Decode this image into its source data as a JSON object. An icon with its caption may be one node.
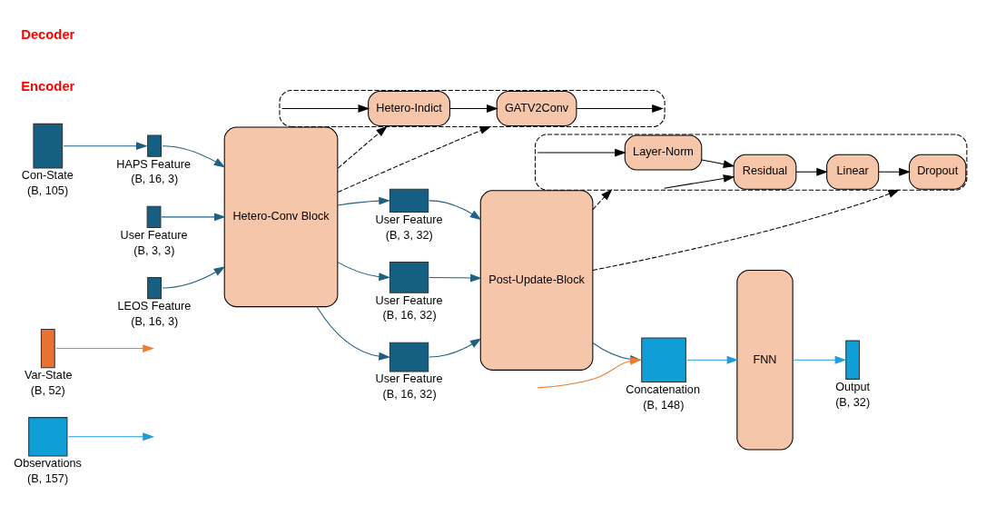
{
  "diagram": {
    "nodes": [
      {
        "text": [
          "Observations",
          "(B, 157)"
        ]
      },
      {
        "text": [
          "Var-State",
          "(B, 52)"
        ]
      },
      {
        "text": [
          "Con-State",
          "(B, 105)"
        ]
      },
      {
        "text": [
          "User Feature",
          "(B, 3, 3)"
        ]
      },
      {
        "text": [
          "HAPS Feature",
          "(B, 16, 3)"
        ]
      },
      {
        "text": [
          "LEOS Feature",
          "(B, 16, 3)"
        ]
      },
      {
        "text": [],
        "shape": "box"
      },
      {
        "text": [
          "Hetero-Indict"
        ],
        "in": 6
      },
      {
        "text": [
          "GATV2Conv"
        ],
        "in": 6
      },
      {
        "text": [
          "Hetero-Conv Block"
        ]
      },
      {
        "text": [
          "User Feature",
          "(B, 3, 32)"
        ]
      },
      {
        "text": [
          "User Feature",
          "(B, 16, 32)"
        ]
      },
      {
        "text": [
          "User Feature",
          "(B, 16, 32)"
        ]
      },
      {
        "text": [],
        "shape": "box"
      },
      {
        "text": [
          "Layer-Norm"
        ],
        "in": 13
      },
      {
        "text": [
          "Residual"
        ],
        "in": 13
      },
      {
        "text": [
          "Linear"
        ],
        "in": 13
      },
      {
        "text": [
          "Dropout"
        ],
        "in": 13
      },
      {
        "text": [
          "Post-Update-Block"
        ]
      },
      {
        "text": [
          "Concatenation",
          "(B, 148)"
        ]
      },
      {
        "text": [
          "FNN"
        ]
      },
      {
        "text": [
          "Output",
          "(B, 32)"
        ]
      }
    ],
    "edges": [
      {
        "from": 0,
        "to": null,
        "arrow": "to",
        "color": "#1f9bd7"
      },
      {
        "from": 1,
        "to": null,
        "arrow": "to",
        "color": "#ed7d31"
      },
      {
        "from": 2,
        "to": 4,
        "arrow": "to",
        "color": "#1f5f80"
      },
      {
        "from": 3,
        "to": 9,
        "arrow": "to",
        "color": "#1f5f80"
      },
      {
        "from": 4,
        "to": 9,
        "arrow": "to",
        "color": "#1f5f80"
      },
      {
        "from": 5,
        "to": 9,
        "arrow": "to",
        "color": "#1f5f80"
      },
      {
        "from": 9,
        "to": 6,
        "arrow": "to",
        "style": "dashed",
        "color": "#000000"
      },
      {
        "from": 9,
        "to": 6,
        "arrow": "to",
        "style": "dashed",
        "color": "#000000"
      },
      {
        "from": 6,
        "to": 7,
        "arrow": "to",
        "color": "#000000"
      },
      {
        "from": 7,
        "to": 8,
        "arrow": "to",
        "color": "#000000"
      },
      {
        "from": 8,
        "to": 6,
        "arrow": "to",
        "color": "#000000"
      },
      {
        "from": 9,
        "to": 10,
        "arrow": "to",
        "color": "#1f5f80"
      },
      {
        "from": 9,
        "to": 11,
        "arrow": "to",
        "color": "#1f5f80"
      },
      {
        "from": 9,
        "to": 12,
        "arrow": "to",
        "color": "#1f5f80"
      },
      {
        "from": 10,
        "to": 18,
        "arrow": "to",
        "color": "#1f5f80"
      },
      {
        "from": 11,
        "to": 18,
        "arrow": "to",
        "color": "#1f5f80"
      },
      {
        "from": 12,
        "to": 18,
        "arrow": "to",
        "color": "#1f5f80"
      },
      {
        "from": 18,
        "to": 13,
        "arrow": "to",
        "style": "dashed",
        "color": "#000000"
      },
      {
        "from": 18,
        "to": 13,
        "arrow": "to",
        "style": "dashed",
        "color": "#000000"
      },
      {
        "from": 13,
        "to": 14,
        "arrow": "to",
        "color": "#000000"
      },
      {
        "from": 13,
        "to": 15,
        "arrow": "to",
        "color": "#000000"
      },
      {
        "from": 14,
        "to": 15,
        "arrow": "to",
        "color": "#000000"
      },
      {
        "from": 15,
        "to": 16,
        "arrow": "to",
        "color": "#000000"
      },
      {
        "from": 16,
        "to": 17,
        "arrow": "to",
        "color": "#000000"
      },
      {
        "from": 18,
        "to": 19,
        "arrow": "to",
        "color": "#1f5f80"
      },
      {
        "from": null,
        "to": 19,
        "arrow": "to",
        "color": "#ed7d31"
      },
      {
        "from": 19,
        "to": 20,
        "arrow": "to",
        "color": "#1f9bd7"
      },
      {
        "from": 20,
        "to": 21,
        "arrow": "to",
        "color": "#1f9bd7"
      }
    ],
    "labels": [
      "Encoder",
      "Decoder"
    ]
  }
}
